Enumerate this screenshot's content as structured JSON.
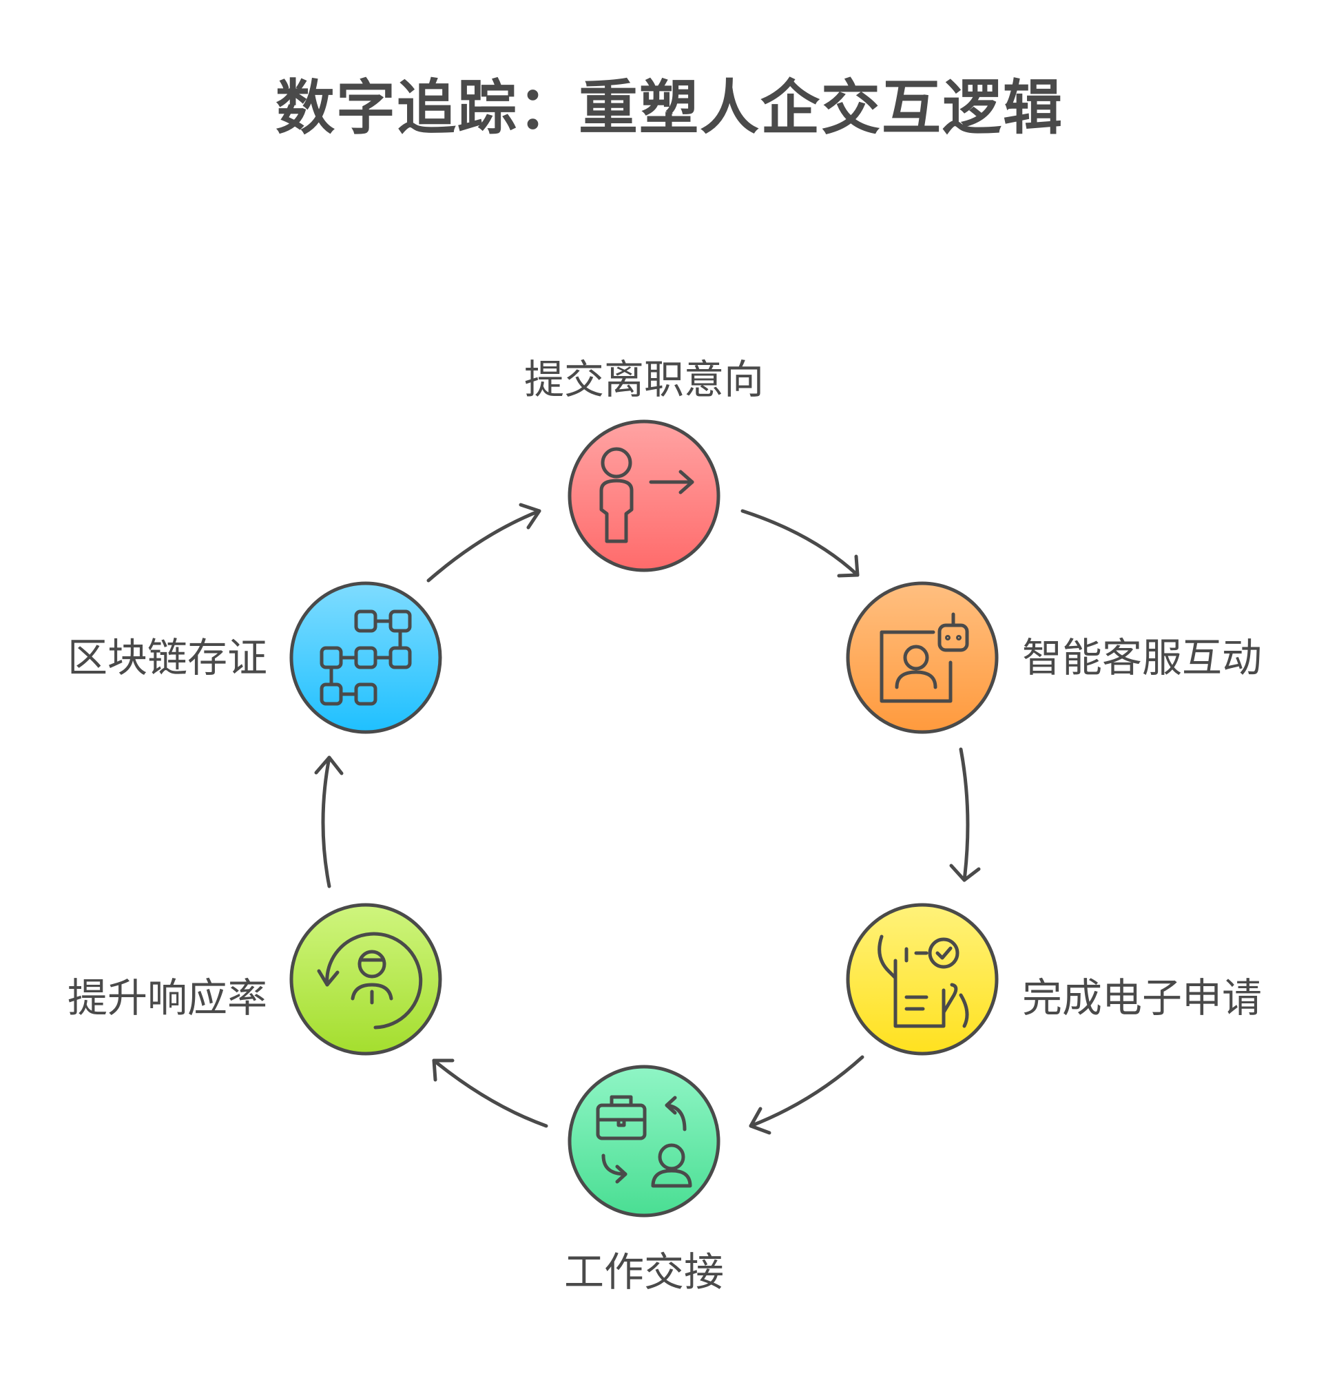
{
  "title": "数字追踪：重塑人企交互逻辑",
  "steps": [
    {
      "label": "提交离职意向",
      "icon": "person-exit-icon",
      "color_top": "#FFA3A3",
      "color_bottom": "#FF6B6B"
    },
    {
      "label": "智能客服互动",
      "icon": "robot-support-agent-icon",
      "color_top": "#FFBF80",
      "color_bottom": "#FF9A3D"
    },
    {
      "label": "完成电子申请",
      "icon": "document-checklist-icon",
      "color_top": "#FFF27A",
      "color_bottom": "#FFE11F"
    },
    {
      "label": "工作交接",
      "icon": "briefcase-handover-icon",
      "color_top": "#8FF5C5",
      "color_bottom": "#4ADE93"
    },
    {
      "label": "提升响应率",
      "icon": "person-refresh-icon",
      "color_top": "#CFF57E",
      "color_bottom": "#A4DE2E"
    },
    {
      "label": "区块链存证",
      "icon": "blockchain-blocks-icon",
      "color_top": "#7FDCFF",
      "color_bottom": "#1FC0FF"
    }
  ],
  "colors": {
    "stroke": "#4a4a4a",
    "text": "#4a4a4a"
  }
}
